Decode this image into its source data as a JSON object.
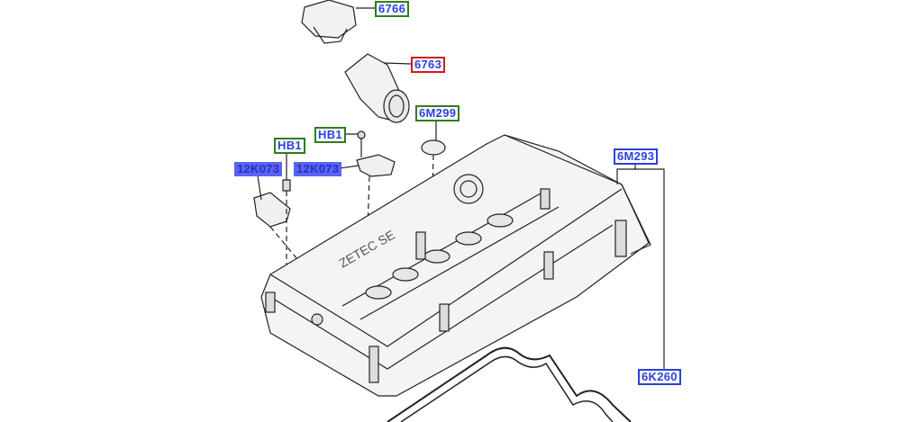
{
  "callouts": {
    "oil_filler_cap": "6766",
    "oil_filler_tube": "6763",
    "plug": "6M299",
    "bolt_upper": "HB1",
    "bolt_left": "HB1",
    "sensor_left": "12K073",
    "sensor_right": "12K073",
    "valve_cover": "6M293",
    "gasket": "6K260"
  },
  "colors": {
    "green_border": "#2e7d1e",
    "red_border": "#d21a1a",
    "blue_border": "#2a3fe0",
    "highlight_fill": "#5b63f0"
  }
}
